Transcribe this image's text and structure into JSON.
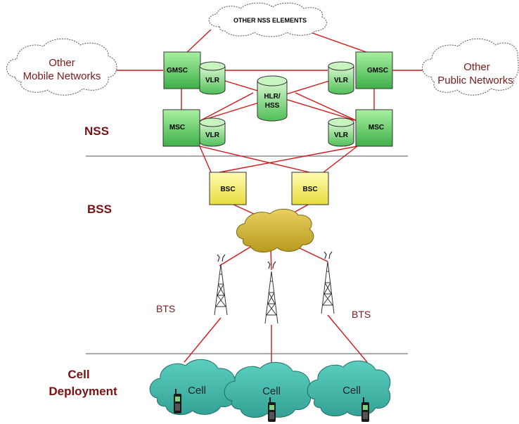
{
  "clouds": {
    "other_nss": "OTHER NSS ELEMENTS",
    "other_mobile_line1": "Other",
    "other_mobile_line2": "Mobile Networks",
    "other_public_line1": "Other",
    "other_public_line2": "Public Networks"
  },
  "nss": {
    "gmsc_left": "GMSC",
    "gmsc_right": "GMSC",
    "msc_left": "MSC",
    "msc_right": "MSC",
    "vlr_top_left": "VLR",
    "vlr_top_right": "VLR",
    "vlr_bottom_left": "VLR",
    "vlr_bottom_right": "VLR",
    "hlr_line1": "HLR/",
    "hlr_line2": "HSS"
  },
  "bss": {
    "bsc_left": "BSC",
    "bsc_right": "BSC"
  },
  "zones": {
    "nss": "NSS",
    "bss": "BSS",
    "cell_line1": "Cell",
    "cell_line2": "Deployment"
  },
  "bts_labels": {
    "left": "BTS",
    "right": "BTS"
  },
  "cells": [
    "Cell",
    "Cell",
    "Cell"
  ],
  "colors": {
    "link": "#d01818",
    "zone_text": "#7a1010",
    "box_green": "#6fd36f",
    "box_yellow": "#f5f06a",
    "core_cloud": "#d4b62a",
    "cell_cloud": "#45b8aa"
  }
}
